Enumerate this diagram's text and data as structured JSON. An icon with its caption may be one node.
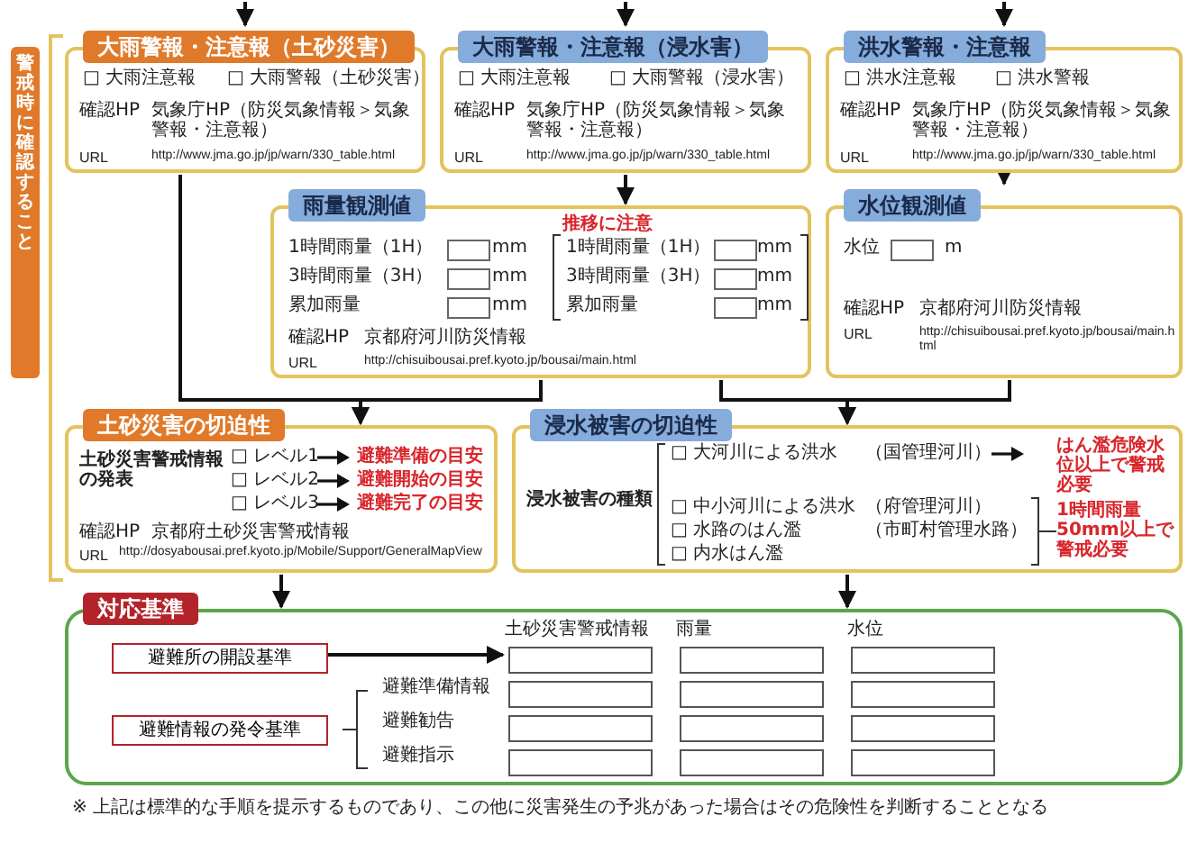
{
  "diagram": {
    "nodes": [
      {
        "text": [
          "警戒時に確認すること"
        ]
      },
      {
        "text": [
          "大雨警報・注意報（土砂災害）",
          "□ 大雨注意報",
          "□ 大雨警報（土砂災害）",
          "確認HP",
          "気象庁HP（防災気象情報＞気象警報・注意報）",
          "URL",
          "http://www.jma.go.jp/jp/warn/330_table.html"
        ]
      },
      {
        "text": [
          "大雨警報・注意報（浸水害）",
          "□ 大雨注意報",
          "□ 大雨警報（浸水害）",
          "確認HP",
          "気象庁HP（防災気象情報＞気象警報・注意報）",
          "URL",
          "http://www.jma.go.jp/jp/warn/330_table.html"
        ]
      },
      {
        "text": [
          "洪水警報・注意報",
          "□ 洪水注意報",
          "□ 洪水警報",
          "確認HP",
          "気象庁HP（防災気象情報＞気象警報・注意報）",
          "URL",
          "http://www.jma.go.jp/jp/warn/330_table.html"
        ]
      },
      {
        "text": [
          "雨量観測値",
          "1時間雨量（1H）",
          "mm",
          "3時間雨量（3H）",
          "mm",
          "累加雨量",
          "mm",
          "推移に注意",
          "1時間雨量（1H）",
          "mm",
          "3時間雨量（3H）",
          "mm",
          "累加雨量",
          "mm",
          "確認HP",
          "京都府河川防災情報",
          "URL",
          "http://chisuibousai.pref.kyoto.jp/bousai/main.html"
        ]
      },
      {
        "text": [
          "水位観測値",
          "水位",
          "m",
          "確認HP",
          "京都府河川防災情報",
          "URL",
          "http://chisuibousai.pref.kyoto.jp/bousai/main.html"
        ]
      },
      {
        "text": [
          "土砂災害の切迫性",
          "土砂災害警戒情報の発表",
          "□ レベル1",
          "避難準備の目安",
          "□ レベル2",
          "避難開始の目安",
          "□ レベル3",
          "避難完了の目安",
          "確認HP",
          "京都府土砂災害警戒情報",
          "URL",
          "http://dosyabousai.pref.kyoto.jp/Mobile/Support/GeneralMapView"
        ]
      },
      {
        "text": [
          "浸水被害の切迫性",
          "浸水被害の種類",
          "□ 大河川による洪水",
          "（国管理河川）",
          "はん濫危険水位以上で警戒必要",
          "□ 中小河川による洪水",
          "（府管理河川）",
          "□ 水路のはん濫",
          "（市町村管理水路）",
          "□ 内水はん濫",
          "1時間雨量50mm以上で警戒必要"
        ]
      },
      {
        "text": [
          "対応基準"
        ]
      },
      {
        "text": [
          "避難所の開設基準"
        ],
        "in": 8
      },
      {
        "text": [
          "避難情報の発令基準"
        ],
        "in": 8
      },
      {
        "text": [],
        "shape": "box",
        "in": 8
      }
    ],
    "edges": [
      {
        "from": null,
        "to": 1,
        "arrow": "to"
      },
      {
        "from": null,
        "to": 2,
        "arrow": "to"
      },
      {
        "from": null,
        "to": 3,
        "arrow": "to"
      },
      {
        "from": 2,
        "to": 4,
        "arrow": "to"
      },
      {
        "from": 3,
        "to": 5,
        "arrow": "to"
      },
      {
        "from": 1,
        "to": 6,
        "arrow": "to"
      },
      {
        "from": 4,
        "to": 6,
        "arrow": "to"
      },
      {
        "from": 4,
        "to": 7,
        "arrow": "to"
      },
      {
        "from": 5,
        "to": 7,
        "arrow": "to"
      },
      {
        "from": 6,
        "to": 8,
        "arrow": "to"
      },
      {
        "from": 7,
        "to": 8,
        "arrow": "to"
      },
      {
        "from": 9,
        "to": 11,
        "arrow": "to"
      }
    ],
    "labels": [
      "土砂災害警戒情報",
      "雨量",
      "水位",
      "避難準備情報",
      "避難勧告",
      "避難指示",
      "※ 上記は標準的な手順を提示するものであり、この他に災害発生の予兆があった場合はその危険性を判断することとなる"
    ]
  }
}
